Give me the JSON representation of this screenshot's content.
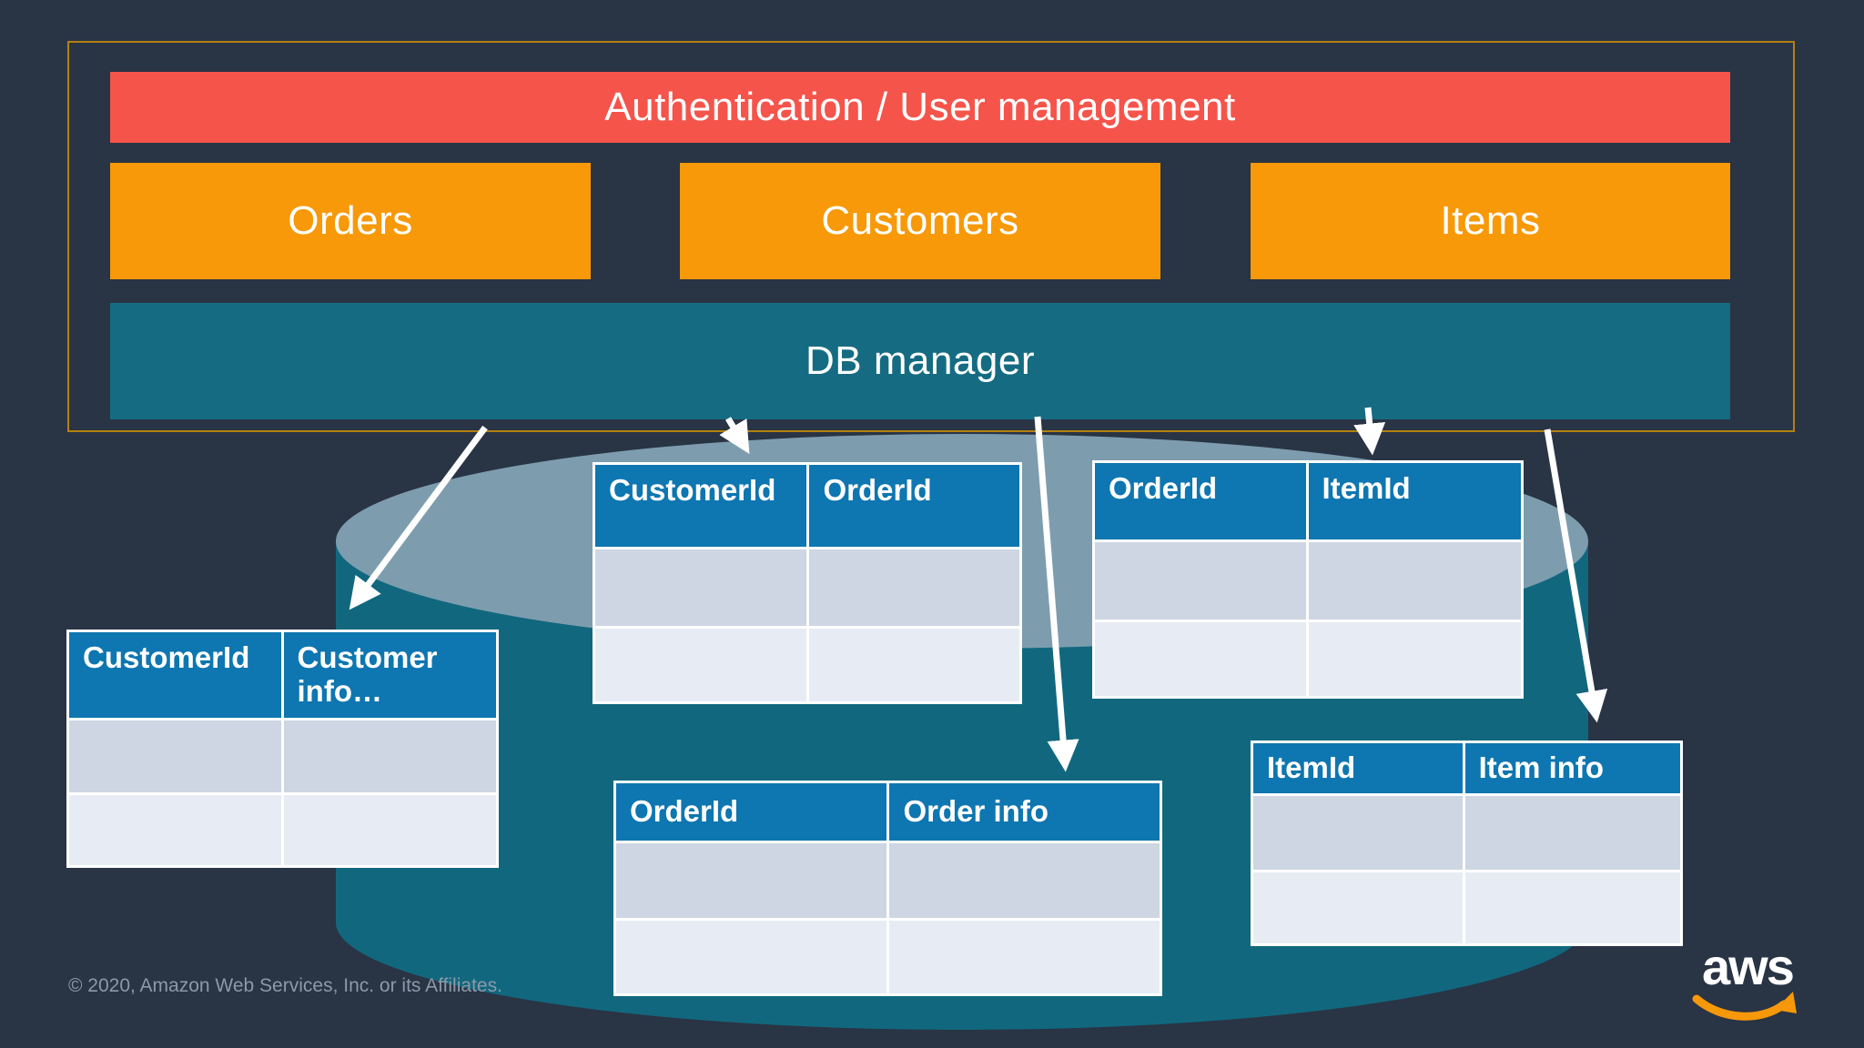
{
  "app": {
    "auth_banner": "Authentication / User management",
    "services": [
      {
        "label": "Orders"
      },
      {
        "label": "Customers"
      },
      {
        "label": "Items"
      }
    ],
    "db_manager": "DB manager"
  },
  "database": {
    "tables": {
      "customer_orders": {
        "columns": [
          "CustomerId",
          "OrderId"
        ],
        "empty_rows": 2
      },
      "order_items": {
        "columns": [
          "OrderId",
          "ItemId"
        ],
        "empty_rows": 2
      },
      "customers": {
        "columns": [
          "CustomerId",
          "Customer info…"
        ],
        "empty_rows": 2
      },
      "orders": {
        "columns": [
          "OrderId",
          "Order info"
        ],
        "empty_rows": 2
      },
      "items": {
        "columns": [
          "ItemId",
          "Item info"
        ],
        "empty_rows": 2
      }
    }
  },
  "footer": {
    "copyright": "© 2020, Amazon Web Services, Inc. or its Affiliates.",
    "logo_text": "aws"
  },
  "colors": {
    "background": "#293445",
    "banner_red": "#f5544b",
    "box_orange": "#f79908",
    "db_teal": "#156c82",
    "table_header_blue": "#0e76b0",
    "row_light": "#cdd6e2",
    "row_lighter": "#e7ecf4",
    "cylinder_body": "#11687e",
    "cylinder_top": "#7d9daf",
    "border_gold": "#b5800f",
    "aws_smile_orange": "#f7980a",
    "copyright_gray": "#8d99a8"
  }
}
